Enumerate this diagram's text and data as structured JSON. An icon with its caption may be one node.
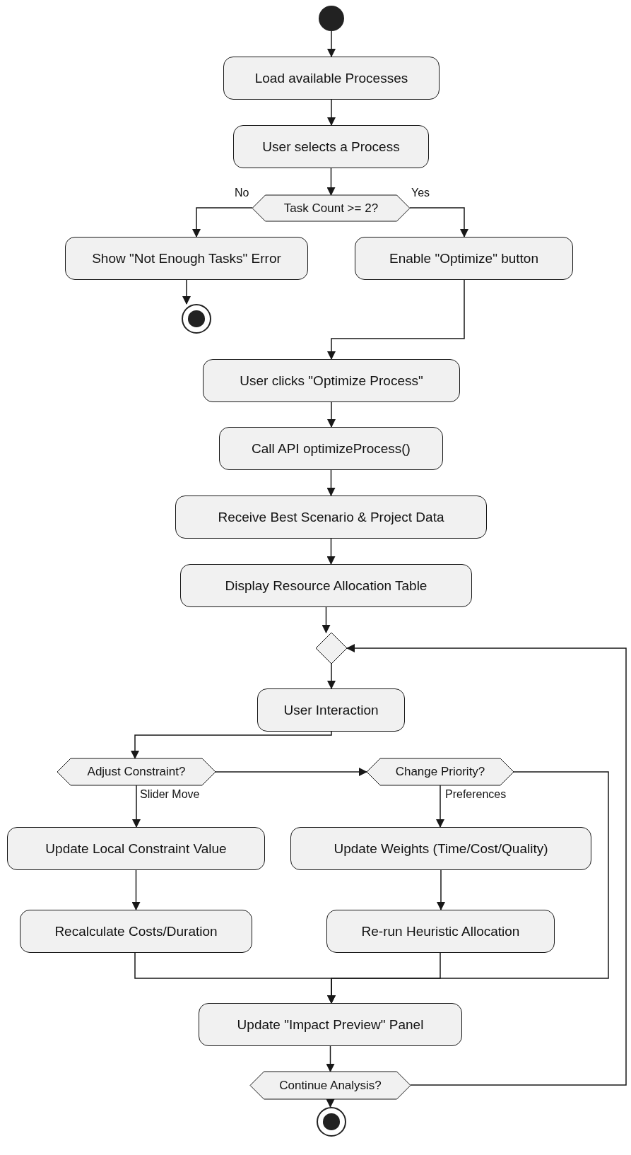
{
  "diagram": {
    "nodes": [
      {
        "text": [],
        "shape": "circle"
      },
      {
        "text": [
          "Load available Processes"
        ]
      },
      {
        "text": [
          "User selects a Process"
        ]
      },
      {
        "text": [
          "Task Count >= 2?"
        ]
      },
      {
        "text": [
          "Show \"Not Enough Tasks\" Error"
        ]
      },
      {
        "text": [],
        "shape": "circle"
      },
      {
        "text": [
          "Enable \"Optimize\" button"
        ]
      },
      {
        "text": [
          "User clicks \"Optimize Process\""
        ]
      },
      {
        "text": [
          "Call API optimizeProcess()"
        ]
      },
      {
        "text": [
          "Receive Best Scenario & Project Data"
        ]
      },
      {
        "text": [
          "Display Resource Allocation Table"
        ]
      },
      {
        "text": [],
        "shape": "diamond"
      },
      {
        "text": [
          "User Interaction"
        ]
      },
      {
        "text": [
          "Adjust Constraint?"
        ]
      },
      {
        "text": [
          "Change Priority?"
        ]
      },
      {
        "text": [
          "Update Local Constraint Value"
        ]
      },
      {
        "text": [
          "Recalculate Costs/Duration"
        ]
      },
      {
        "text": [
          "Update Weights (Time/Cost/Quality)"
        ]
      },
      {
        "text": [
          "Re-run Heuristic Allocation"
        ]
      },
      {
        "text": [
          "Update \"Impact Preview\" Panel"
        ]
      },
      {
        "text": [
          "Continue Analysis?"
        ]
      },
      {
        "text": [],
        "shape": "circle"
      }
    ],
    "edges": [
      {
        "from": 0,
        "to": 1,
        "arrow": "to"
      },
      {
        "from": 1,
        "to": 2,
        "arrow": "to"
      },
      {
        "from": 2,
        "to": 3,
        "arrow": "to"
      },
      {
        "from": 3,
        "to": 4,
        "arrow": "to",
        "label": "No"
      },
      {
        "from": 3,
        "to": 6,
        "arrow": "to",
        "label": "Yes"
      },
      {
        "from": 4,
        "to": 5,
        "arrow": "to"
      },
      {
        "from": 6,
        "to": 7,
        "arrow": "to"
      },
      {
        "from": 7,
        "to": 8,
        "arrow": "to"
      },
      {
        "from": 8,
        "to": 9,
        "arrow": "to"
      },
      {
        "from": 9,
        "to": 10,
        "arrow": "to"
      },
      {
        "from": 10,
        "to": 11,
        "arrow": "to"
      },
      {
        "from": 11,
        "to": 12,
        "arrow": "to"
      },
      {
        "from": 12,
        "to": 13,
        "arrow": "to"
      },
      {
        "from": 13,
        "to": 14,
        "arrow": "to"
      },
      {
        "from": 13,
        "to": 15,
        "arrow": "to",
        "label": "Slider Move"
      },
      {
        "from": 15,
        "to": 16,
        "arrow": "to"
      },
      {
        "from": 14,
        "to": 17,
        "arrow": "to",
        "label": "Preferences"
      },
      {
        "from": 17,
        "to": 18,
        "arrow": "to"
      },
      {
        "from": 16,
        "to": 19,
        "arrow": "to"
      },
      {
        "from": 18,
        "to": 19,
        "arrow": "to"
      },
      {
        "from": 14,
        "to": 19,
        "arrow": "to"
      },
      {
        "from": 19,
        "to": 20,
        "arrow": "to"
      },
      {
        "from": 20,
        "to": 11,
        "arrow": "to"
      },
      {
        "from": 20,
        "to": 21,
        "arrow": "to"
      }
    ]
  }
}
